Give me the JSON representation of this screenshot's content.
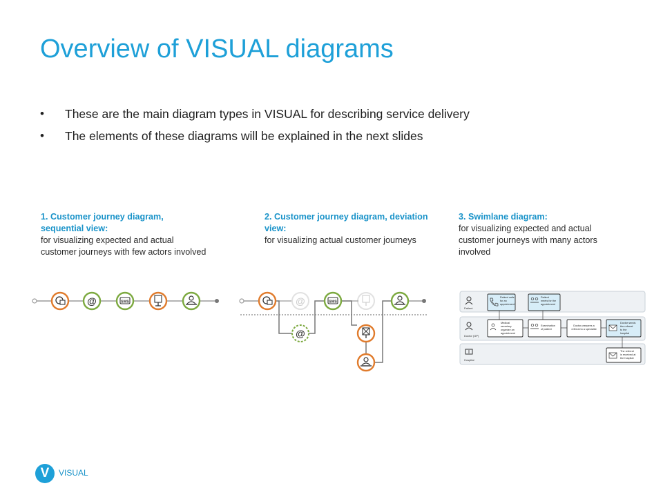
{
  "slide": {
    "title": "Overview of VISUAL diagrams",
    "bullets": [
      "These are the main diagram types in VISUAL for describing service delivery",
      "The elements of these diagrams will be explained in the next slides"
    ]
  },
  "diagrams": [
    {
      "title": "1. Customer journey diagram, sequential view:",
      "description": "for visualizing expected and actual customer journeys with few actors involved"
    },
    {
      "title": "2. Customer journey diagram, deviation view:",
      "description": "for visualizing actual customer journeys"
    },
    {
      "title": "3. Swimlane diagram:",
      "description": "for visualizing expected and actual customer journeys with many actors involved"
    }
  ],
  "journey_icons": {
    "sequential": [
      "computer-icon",
      "at-icon",
      "sms-icon",
      "kiosk-icon",
      "counter-person-icon"
    ],
    "deviation_main": [
      "computer-icon",
      "at-icon",
      "sms-icon",
      "kiosk-icon",
      "counter-person-icon"
    ],
    "deviation_branch": [
      "at-icon",
      "kiosk-icon",
      "counter-person-icon"
    ]
  },
  "swimlane": {
    "lanes": [
      {
        "label": "Patient",
        "icon": "person-icon"
      },
      {
        "label": "Doctor (GP)",
        "icon": "doctor-icon"
      },
      {
        "label": "Hospital",
        "icon": "hospital-icon"
      }
    ],
    "boxes": [
      {
        "text": [
          "Patient calls",
          "for an",
          "appointment"
        ],
        "icon": "phone-icon"
      },
      {
        "text": [
          "Patient",
          "meets for the",
          "appointment"
        ],
        "icon": "meeting-icon"
      },
      {
        "text": [
          "Medical",
          "secretary",
          "organize an",
          "appointment"
        ],
        "icon": "person-icon"
      },
      {
        "text": [
          "Examination",
          "of patient"
        ],
        "icon": "meeting-icon"
      },
      {
        "text": [
          "Doctor prepares a",
          "referral to a specialist"
        ],
        "icon": ""
      },
      {
        "text": [
          "Doctor sends",
          "the referral",
          "to the",
          "hospital"
        ],
        "icon": "mail-icon"
      },
      {
        "text": [
          "The referral",
          "is received at",
          "the hospital"
        ],
        "icon": "mail-icon"
      }
    ]
  },
  "colors": {
    "title_blue": "#1ea0d8",
    "caption_blue": "#1a93c9",
    "orange": "#e07b2c",
    "green": "#7ca93f",
    "lane_bg": "#eef1f4",
    "box_blue": "#d7edf8"
  },
  "footer": {
    "logo_letter": "V",
    "brand": "VISUAL"
  }
}
